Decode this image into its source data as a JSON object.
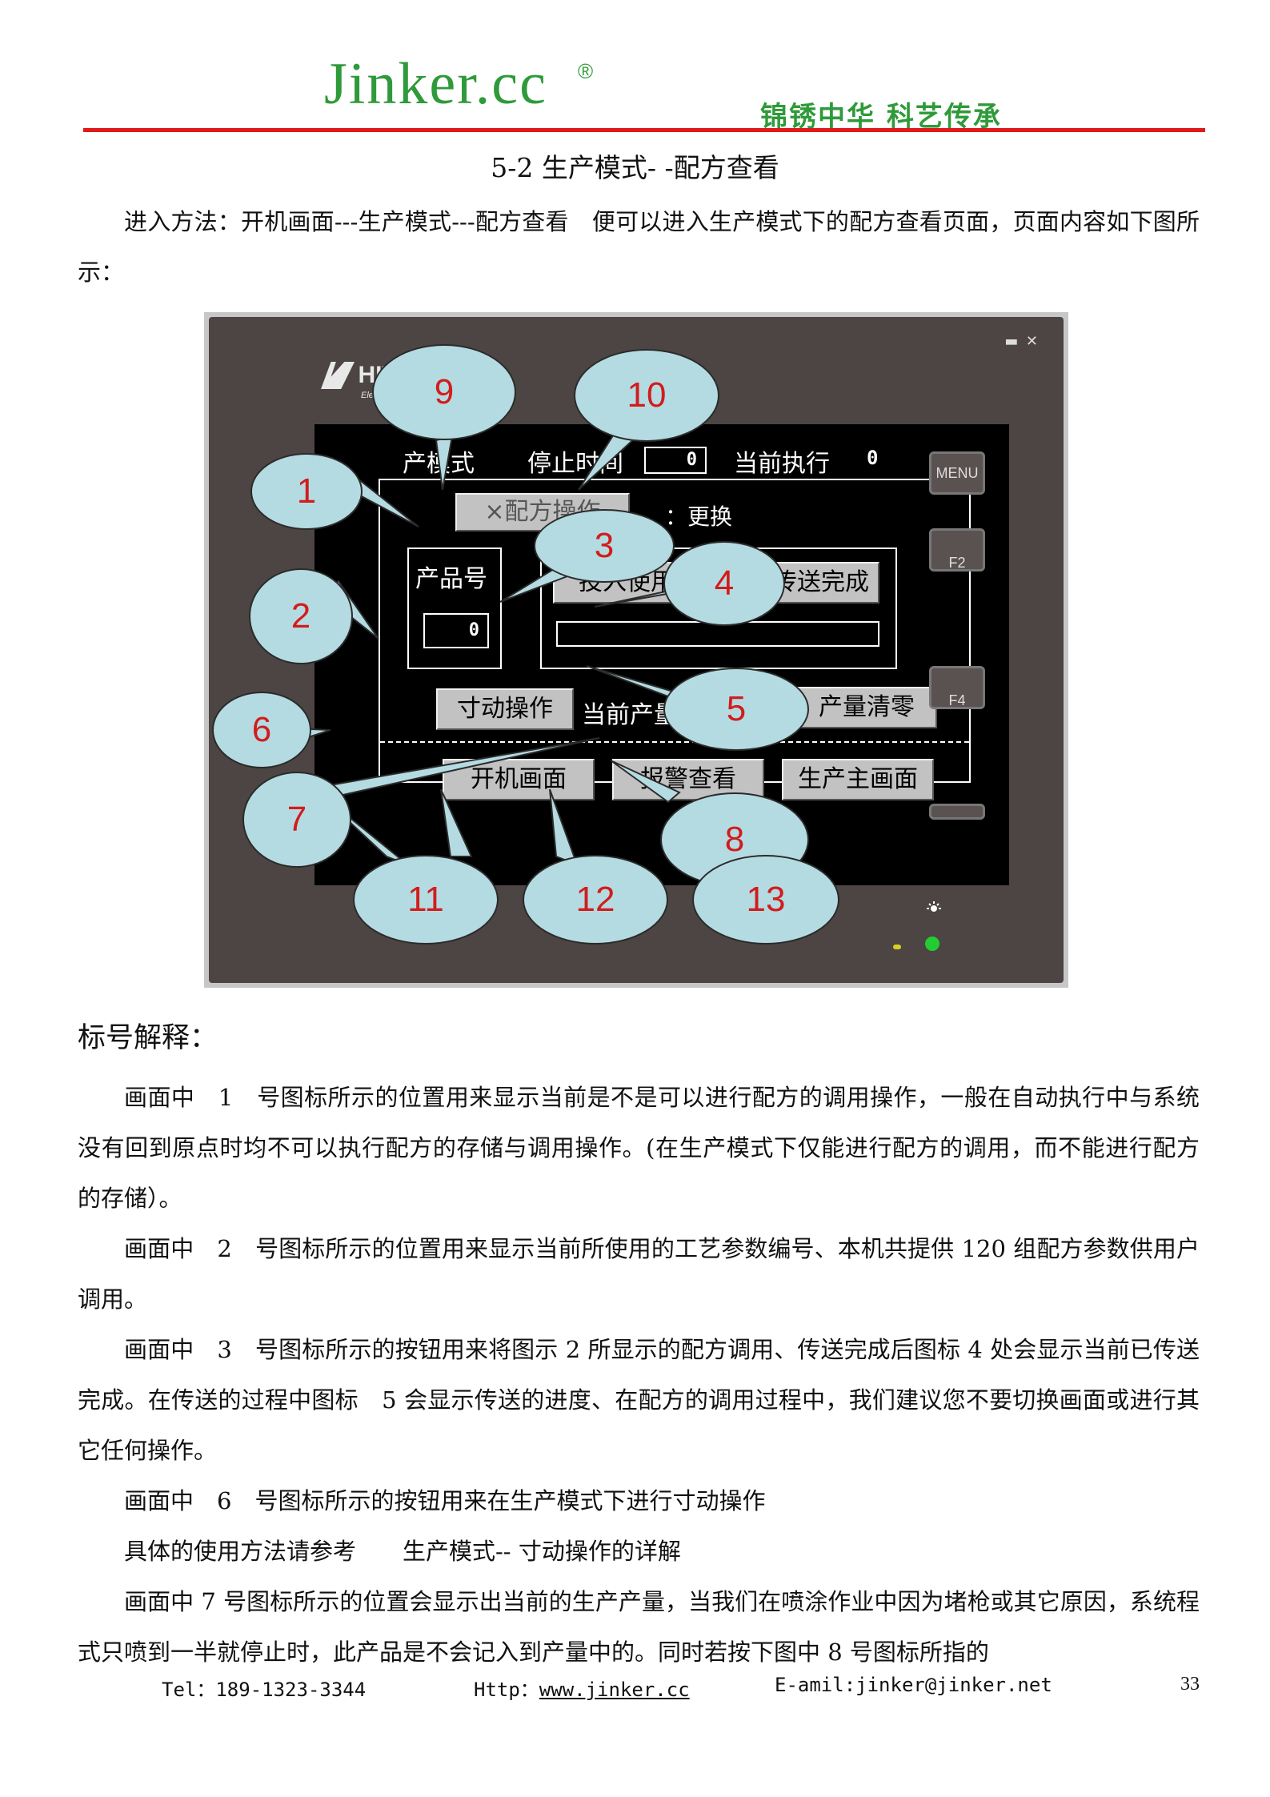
{
  "header": {
    "logo": "Jinker.cc",
    "logo_reg": "®",
    "slogan": "锦锈中华 科艺传承"
  },
  "section_title": "5-2 生产模式- -配方查看",
  "intro": "进入方法：开机画面---生产模式---配方查看　便可以进入生产模式下的配方查看页面，页面内容如下图所示：",
  "hmi": {
    "window_buttons": "▬ ✕",
    "brand": "HITECH",
    "brand_sub": "Electronics Corp.",
    "header_mode": "产模式",
    "header_stop_time": "停止时间",
    "stop_time_value": "0",
    "header_current_exec": "当前执行",
    "current_exec_value": "0",
    "recipe_op_button": "×配方操作",
    "change_label": "：更换",
    "product_no_label": "产品号",
    "product_no_value": "0",
    "use_button": "投入使用",
    "transfer_done_button": "资料传送完成",
    "jog_button": "寸动操作",
    "current_output_label": "当前产量：",
    "current_output_value": "Ø",
    "clear_output_button": "产量清零",
    "startup_screen_button": "开机画面",
    "alarm_view_button": "报警查看",
    "main_screen_button": "生产主画面",
    "menu_key": "MENU",
    "f2_key": "F2",
    "f4_key": "F4"
  },
  "callouts": [
    "1",
    "2",
    "3",
    "4",
    "5",
    "6",
    "7",
    "8",
    "9",
    "10",
    "11",
    "12",
    "13"
  ],
  "legend_title": "标号解释：",
  "explanations": [
    "画面中　1　号图标所示的位置用来显示当前是不是可以进行配方的调用操作，一般在自动执行中与系统没有回到原点时均不可以执行配方的存储与调用操作。(在生产模式下仅能进行配方的调用，而不能进行配方的存储）。",
    "画面中　2　号图标所示的位置用来显示当前所使用的工艺参数编号、本机共提供 120 组配方参数供用户调用。",
    "画面中　3　号图标所示的按钮用来将图示 2 所显示的配方调用、传送完成后图标 4 处会显示当前已传送完成。在传送的过程中图标　5 会显示传送的进度、在配方的调用过程中，我们建议您不要切换画面或进行其它任何操作。",
    "画面中　6　号图标所示的按钮用来在生产模式下进行寸动操作",
    "具体的使用方法请参考　　生产模式-- 寸动操作的详解",
    "画面中 7 号图标所示的位置会显示出当前的生产产量，当我们在喷涂作业中因为堵枪或其它原因，系统程式只喷到一半就停止时，此产品是不会记入到产量中的。同时若按下图中 8 号图标所指的"
  ],
  "footer": {
    "tel": "Tel：189-1323-3344",
    "http_label": "Http：",
    "http_url": "www.jinker.cc",
    "email": "E-amil:jinker@jinker.net",
    "page": "33"
  }
}
